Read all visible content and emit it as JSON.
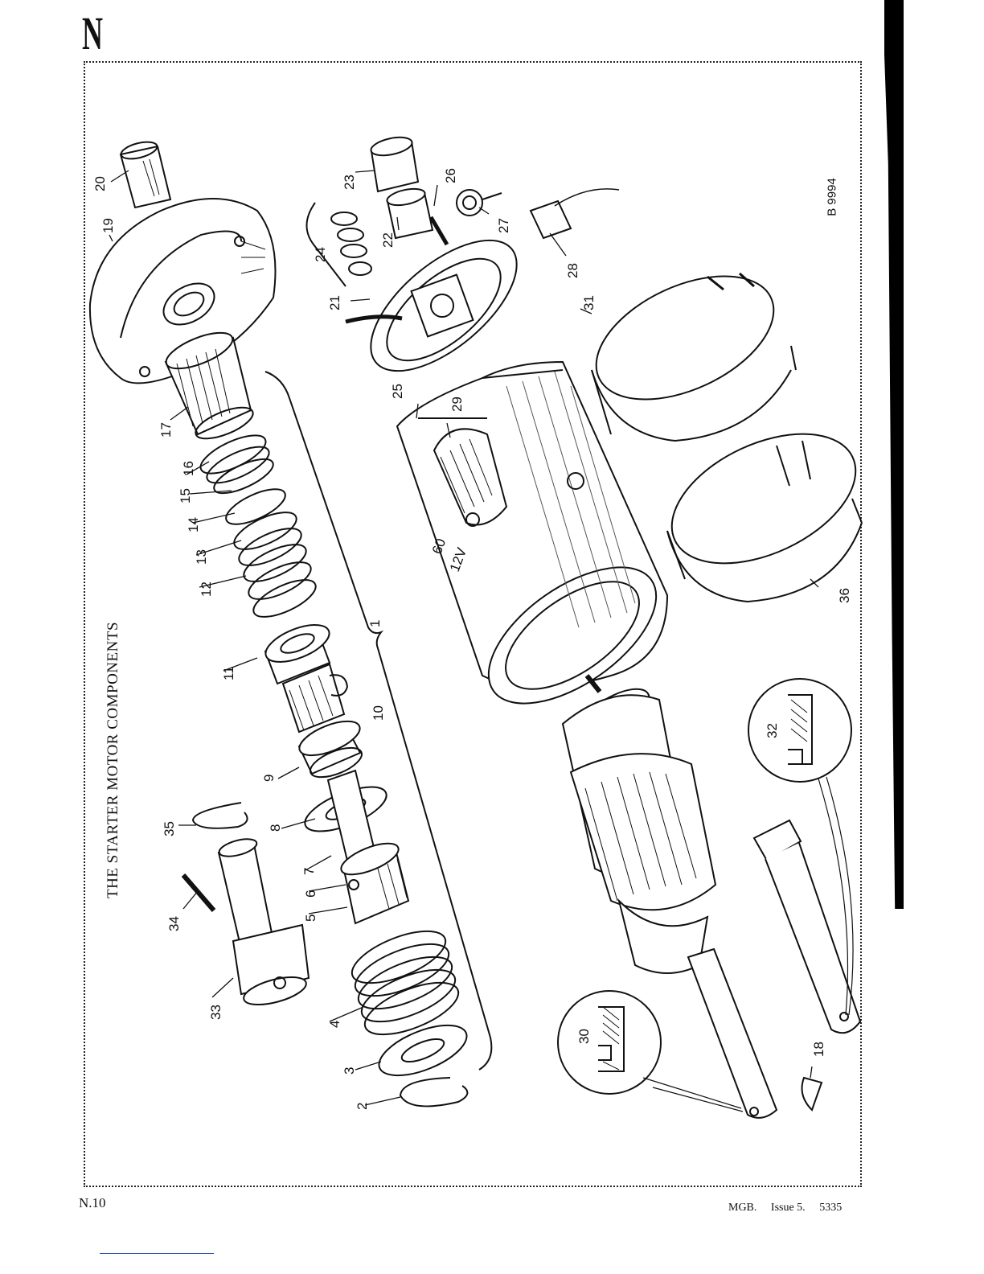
{
  "section_letter": "N",
  "title": "THE STARTER MOTOR COMPONENTS",
  "reference": "B 9994",
  "page_number": "N.10",
  "footer": {
    "model": "MGB.",
    "issue": "Issue 5.",
    "code": "5335"
  },
  "motor_marking": {
    "line1": "60",
    "line2": "12V"
  },
  "callouts": [
    "1",
    "2",
    "3",
    "4",
    "5",
    "6",
    "7",
    "8",
    "9",
    "10",
    "11",
    "12",
    "13",
    "14",
    "15",
    "16",
    "17",
    "18",
    "19",
    "20",
    "21",
    "22",
    "23",
    "24",
    "25",
    "26",
    "27",
    "28",
    "29",
    "30",
    "31",
    "32",
    "33",
    "34",
    "35",
    "36"
  ]
}
